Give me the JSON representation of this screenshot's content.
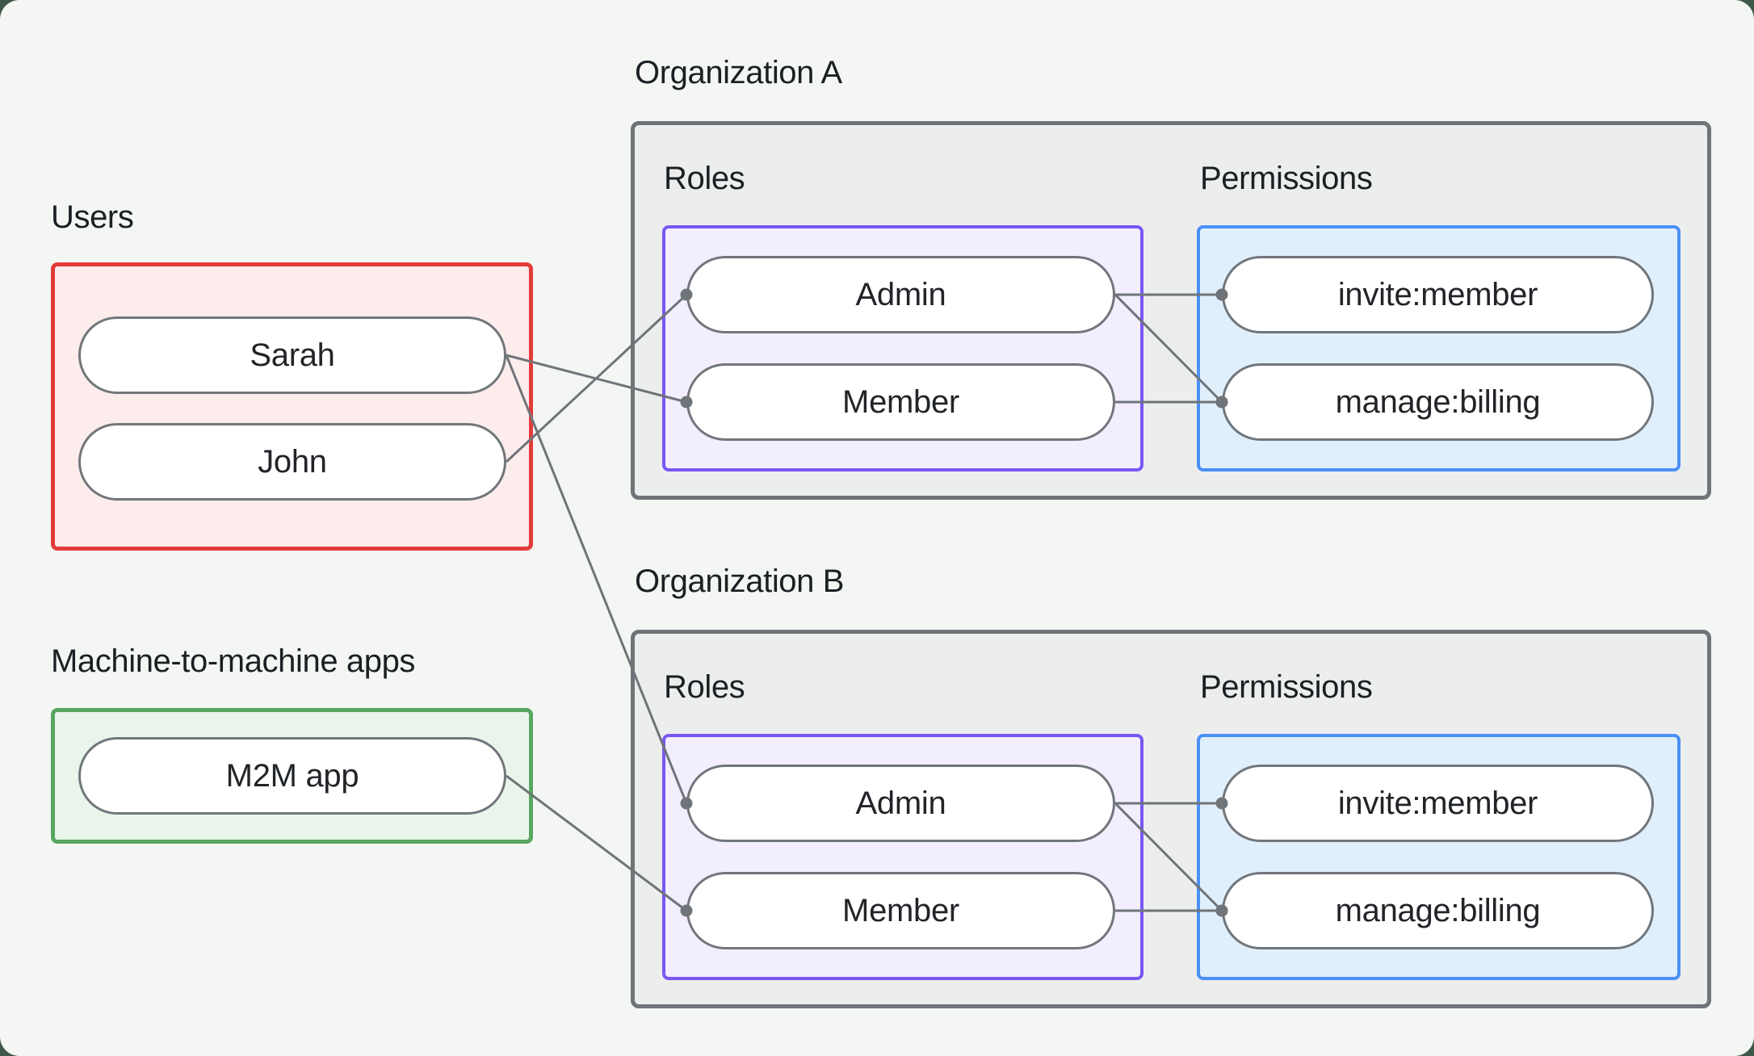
{
  "page": {
    "background": "#f3f6f3",
    "outside_background": "#3e5748"
  },
  "colors": {
    "edge": "#6f7478",
    "dot": "#6f7478",
    "users_border": "#e23b3b",
    "users_fill": "#fcecec",
    "m2m_border": "#57a661",
    "m2m_fill": "#e9f5ea",
    "org_border": "#6f7478",
    "org_fill": "#eceeed",
    "roles_border": "#7a57f3",
    "roles_fill": "#f3eefe",
    "permissions_border": "#4a90f8",
    "permissions_fill": "#e0effc",
    "pill_border": "#71767b",
    "pill_fill": "#ffffff"
  },
  "users_group": {
    "label": "Users",
    "items": [
      {
        "id": "sarah",
        "label": "Sarah"
      },
      {
        "id": "john",
        "label": "John"
      }
    ]
  },
  "m2m_group": {
    "label": "Machine-to-machine apps",
    "items": [
      {
        "id": "m2m-app",
        "label": "M2M app"
      }
    ]
  },
  "organizations": [
    {
      "label": "Organization A",
      "roles_label": "Roles",
      "permissions_label": "Permissions",
      "roles": [
        {
          "id": "org-a-admin",
          "label": "Admin"
        },
        {
          "id": "org-a-member",
          "label": "Member"
        }
      ],
      "permissions": [
        {
          "id": "org-a-invite",
          "label": "invite:member"
        },
        {
          "id": "org-a-manage",
          "label": "manage:billing"
        }
      ]
    },
    {
      "label": "Organization B",
      "roles_label": "Roles",
      "permissions_label": "Permissions",
      "roles": [
        {
          "id": "org-b-admin",
          "label": "Admin"
        },
        {
          "id": "org-b-member",
          "label": "Member"
        }
      ],
      "permissions": [
        {
          "id": "org-b-invite",
          "label": "invite:member"
        },
        {
          "id": "org-b-manage",
          "label": "manage:billing"
        }
      ]
    }
  ],
  "edges": [
    {
      "from": "sarah",
      "to": "org-a-member"
    },
    {
      "from": "john",
      "to": "org-a-admin"
    },
    {
      "from": "sarah",
      "to": "org-b-admin"
    },
    {
      "from": "m2m-app",
      "to": "org-b-member"
    },
    {
      "from": "org-a-admin",
      "to": "org-a-invite"
    },
    {
      "from": "org-a-admin",
      "to": "org-a-manage"
    },
    {
      "from": "org-a-member",
      "to": "org-a-manage"
    },
    {
      "from": "org-b-admin",
      "to": "org-b-invite"
    },
    {
      "from": "org-b-admin",
      "to": "org-b-manage"
    },
    {
      "from": "org-b-member",
      "to": "org-b-manage"
    }
  ]
}
